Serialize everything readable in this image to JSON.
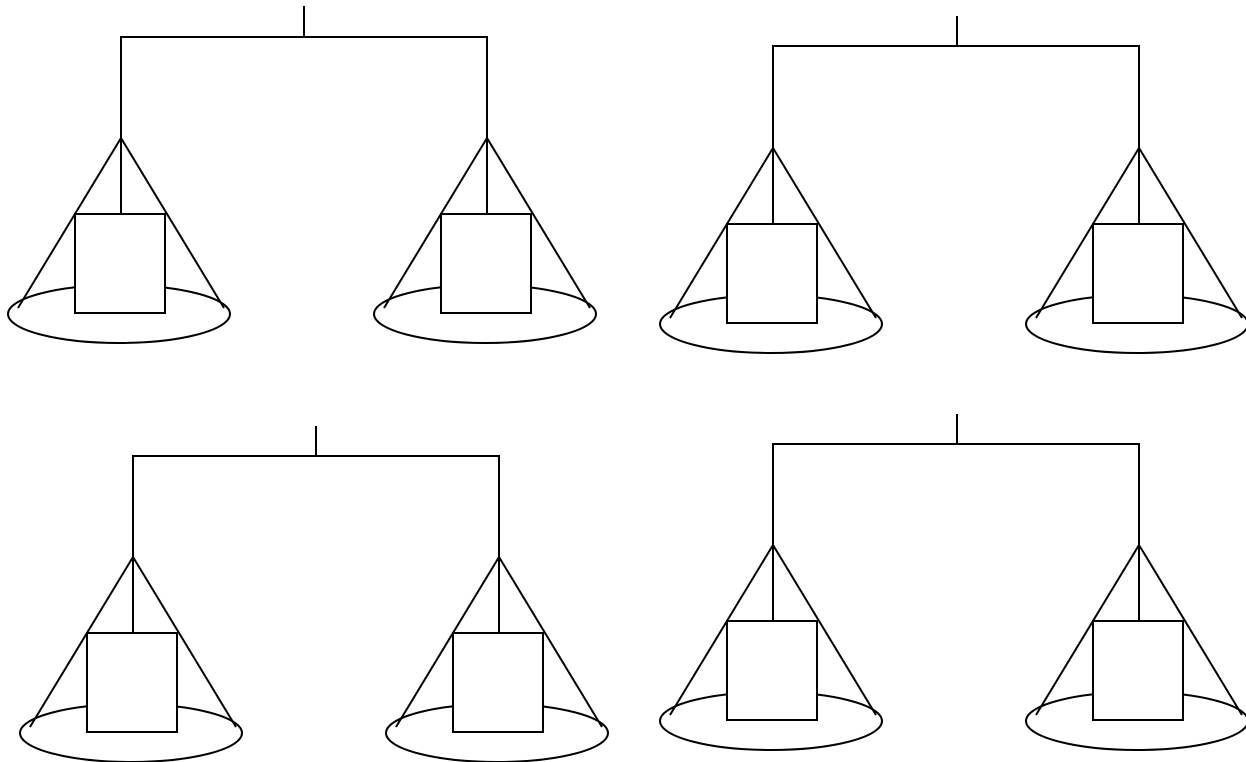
{
  "diagram": {
    "description_visible_text": "",
    "colors": {
      "line": "#000000",
      "background": "#ffffff",
      "weight_fill": "#ffffff"
    },
    "scales": [
      {
        "id": "scale-top-left",
        "pans": [
          "left-pan",
          "right-pan"
        ],
        "weights_per_pan": 1
      },
      {
        "id": "scale-top-right",
        "pans": [
          "left-pan",
          "right-pan"
        ],
        "weights_per_pan": 1
      },
      {
        "id": "scale-bottom-left",
        "pans": [
          "left-pan",
          "right-pan"
        ],
        "weights_per_pan": 1
      },
      {
        "id": "scale-bottom-right",
        "pans": [
          "left-pan",
          "right-pan"
        ],
        "weights_per_pan": 1
      }
    ]
  }
}
